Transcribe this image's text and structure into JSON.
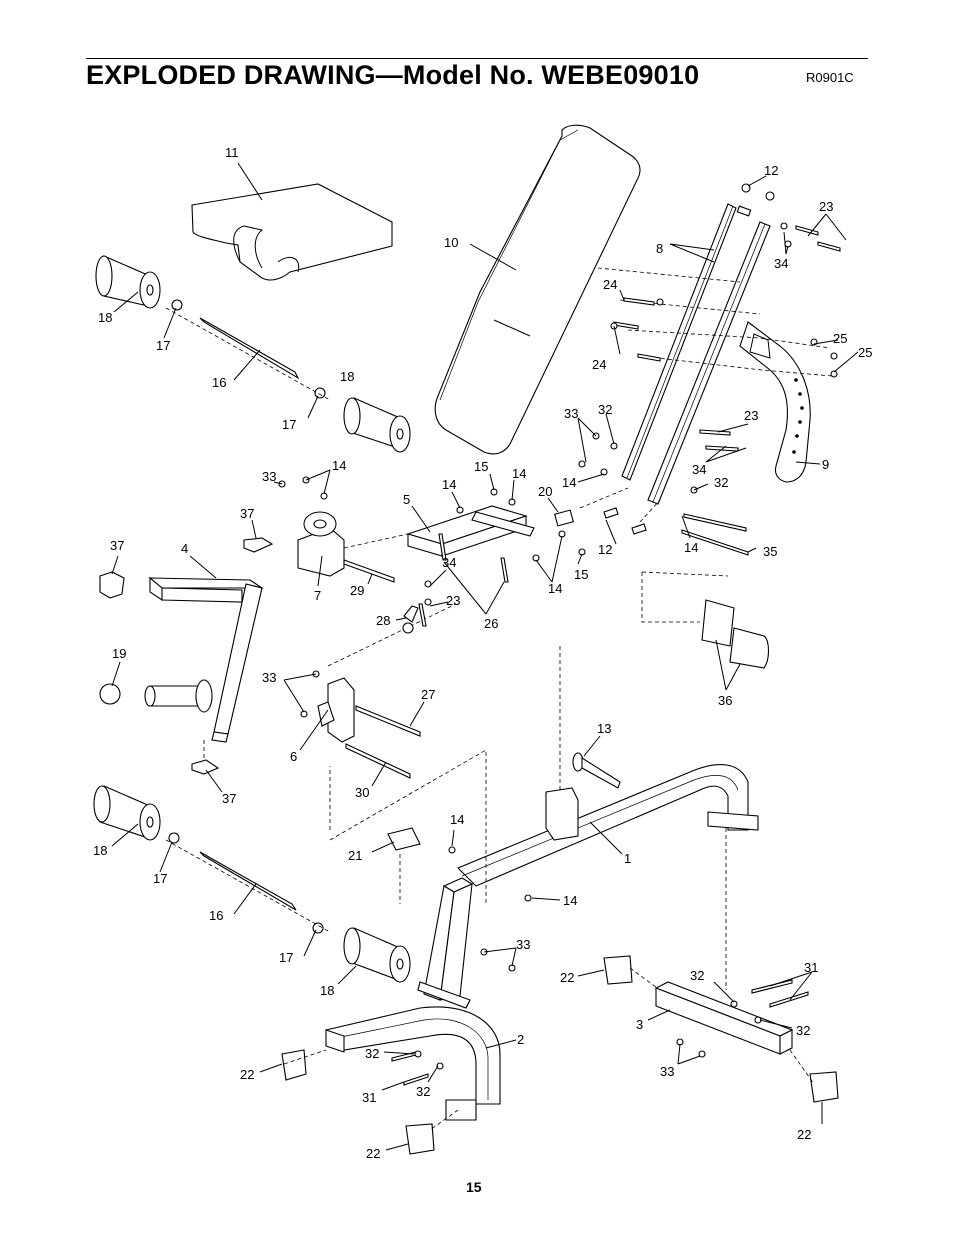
{
  "page": {
    "title": "EXPLODED DRAWING—Model No. WEBE09010",
    "code": "R0901C",
    "page_number": "15"
  },
  "callouts": {
    "c11": "11",
    "c10": "10",
    "c12a": "12",
    "c23a": "23",
    "c8": "8",
    "c34a": "34",
    "c24a": "24",
    "c24b": "24",
    "c25a": "25",
    "c25b": "25",
    "c18a": "18",
    "c17a": "17",
    "c16a": "16",
    "c18b": "18",
    "c17b": "17",
    "c33a": "33",
    "c32a": "32",
    "c23b": "23",
    "c34b": "34",
    "c9": "9",
    "c14a": "14",
    "c33b": "33",
    "c15a": "15",
    "c14b": "14",
    "c14c": "14",
    "c20": "20",
    "c32b": "32",
    "c37a": "37",
    "c5": "5",
    "c12b": "12",
    "c14d": "14",
    "c35": "35",
    "c37b": "37",
    "c4": "4",
    "c7": "7",
    "c29": "29",
    "c34c": "34",
    "c23c": "23",
    "c14e": "14",
    "c15b": "15",
    "c28": "28",
    "c26": "26",
    "c36": "36",
    "c19": "19",
    "c33c": "33",
    "c27": "27",
    "c6": "6",
    "c13": "13",
    "c30": "30",
    "c37c": "37",
    "c14f": "14",
    "c1": "1",
    "c18c": "18",
    "c21": "21",
    "c17c": "17",
    "c14g": "14",
    "c16b": "16",
    "c33d": "33",
    "c17d": "17",
    "c18d": "18",
    "c22a": "22",
    "c31a": "31",
    "c32c": "32",
    "c3": "3",
    "c32d": "32",
    "c2": "2",
    "c33e": "33",
    "c32e": "32",
    "c22b": "22",
    "c31b": "31",
    "c32f": "32",
    "c22c": "22",
    "c22d": "22"
  }
}
